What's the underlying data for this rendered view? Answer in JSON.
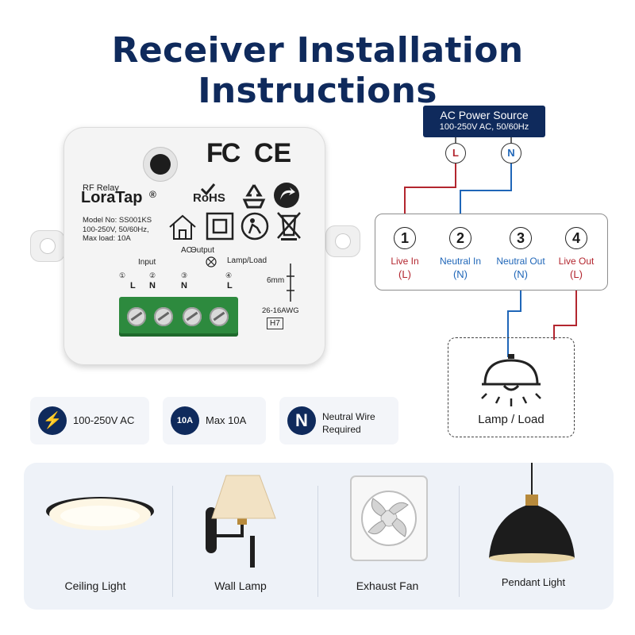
{
  "title": "Receiver Installation Instructions",
  "device": {
    "rf_label": "RF Relay",
    "brand": "LoraTap",
    "brand_mark": "®",
    "model_lines": [
      "Model No: SS001KS",
      "100-250V, 50/60Hz,",
      "Max load: 10A"
    ],
    "fc_logo": "FC",
    "ce_logo": "CE",
    "rohs_logo": "RoHS",
    "ac_label": "AC~",
    "input_label": "Input",
    "output_label": "Output",
    "lamp_load_label": "Lamp/Load",
    "wire_strip": "6mm",
    "wire_gauge": "26-16AWG",
    "h7": "H7",
    "terminals": [
      {
        "num": "①",
        "letter": "L"
      },
      {
        "num": "②",
        "letter": "N"
      },
      {
        "num": "③",
        "letter": "N"
      },
      {
        "num": "④",
        "letter": "L"
      }
    ],
    "icons": [
      "power-button-icon",
      "house-icon",
      "double-insulation-icon",
      "recycle-icon",
      "recycling-arrow-icon",
      "weee-bin-icon",
      "bulb-icon"
    ]
  },
  "features": [
    {
      "icon": "lightning-bolt-icon",
      "glyph": "⚡",
      "text": "100-250V AC"
    },
    {
      "icon": "shield-10a-icon",
      "glyph": "10A",
      "text": "Max 10A"
    },
    {
      "icon": "neutral-n-icon",
      "glyph": "N",
      "text_line1": "Neutral Wire",
      "text_line2": "Required"
    }
  ],
  "wiring": {
    "ac_source_title": "AC Power Source",
    "ac_source_sub": "100-250V AC, 50/60Hz",
    "source_terminals": [
      "L",
      "N"
    ],
    "terminals": [
      {
        "num": "1",
        "name": "Live In",
        "pol": "(L)",
        "color": "#b3262f"
      },
      {
        "num": "2",
        "name": "Neutral In",
        "pol": "(N)",
        "color": "#1f66b8"
      },
      {
        "num": "3",
        "name": "Neutral Out",
        "pol": "(N)",
        "color": "#1f66b8"
      },
      {
        "num": "4",
        "name": "Live Out",
        "pol": "(L)",
        "color": "#b3262f"
      }
    ],
    "lamp_label": "Lamp / Load",
    "live_color": "#b3262f",
    "neutral_color": "#1f66b8"
  },
  "appliances": [
    {
      "icon": "ceiling-light-icon",
      "label": "Ceiling Light"
    },
    {
      "icon": "wall-lamp-icon",
      "label": "Wall Lamp"
    },
    {
      "icon": "exhaust-fan-icon",
      "label": "Exhaust Fan"
    },
    {
      "icon": "pendant-light-icon",
      "label": "Pendant Light"
    }
  ]
}
